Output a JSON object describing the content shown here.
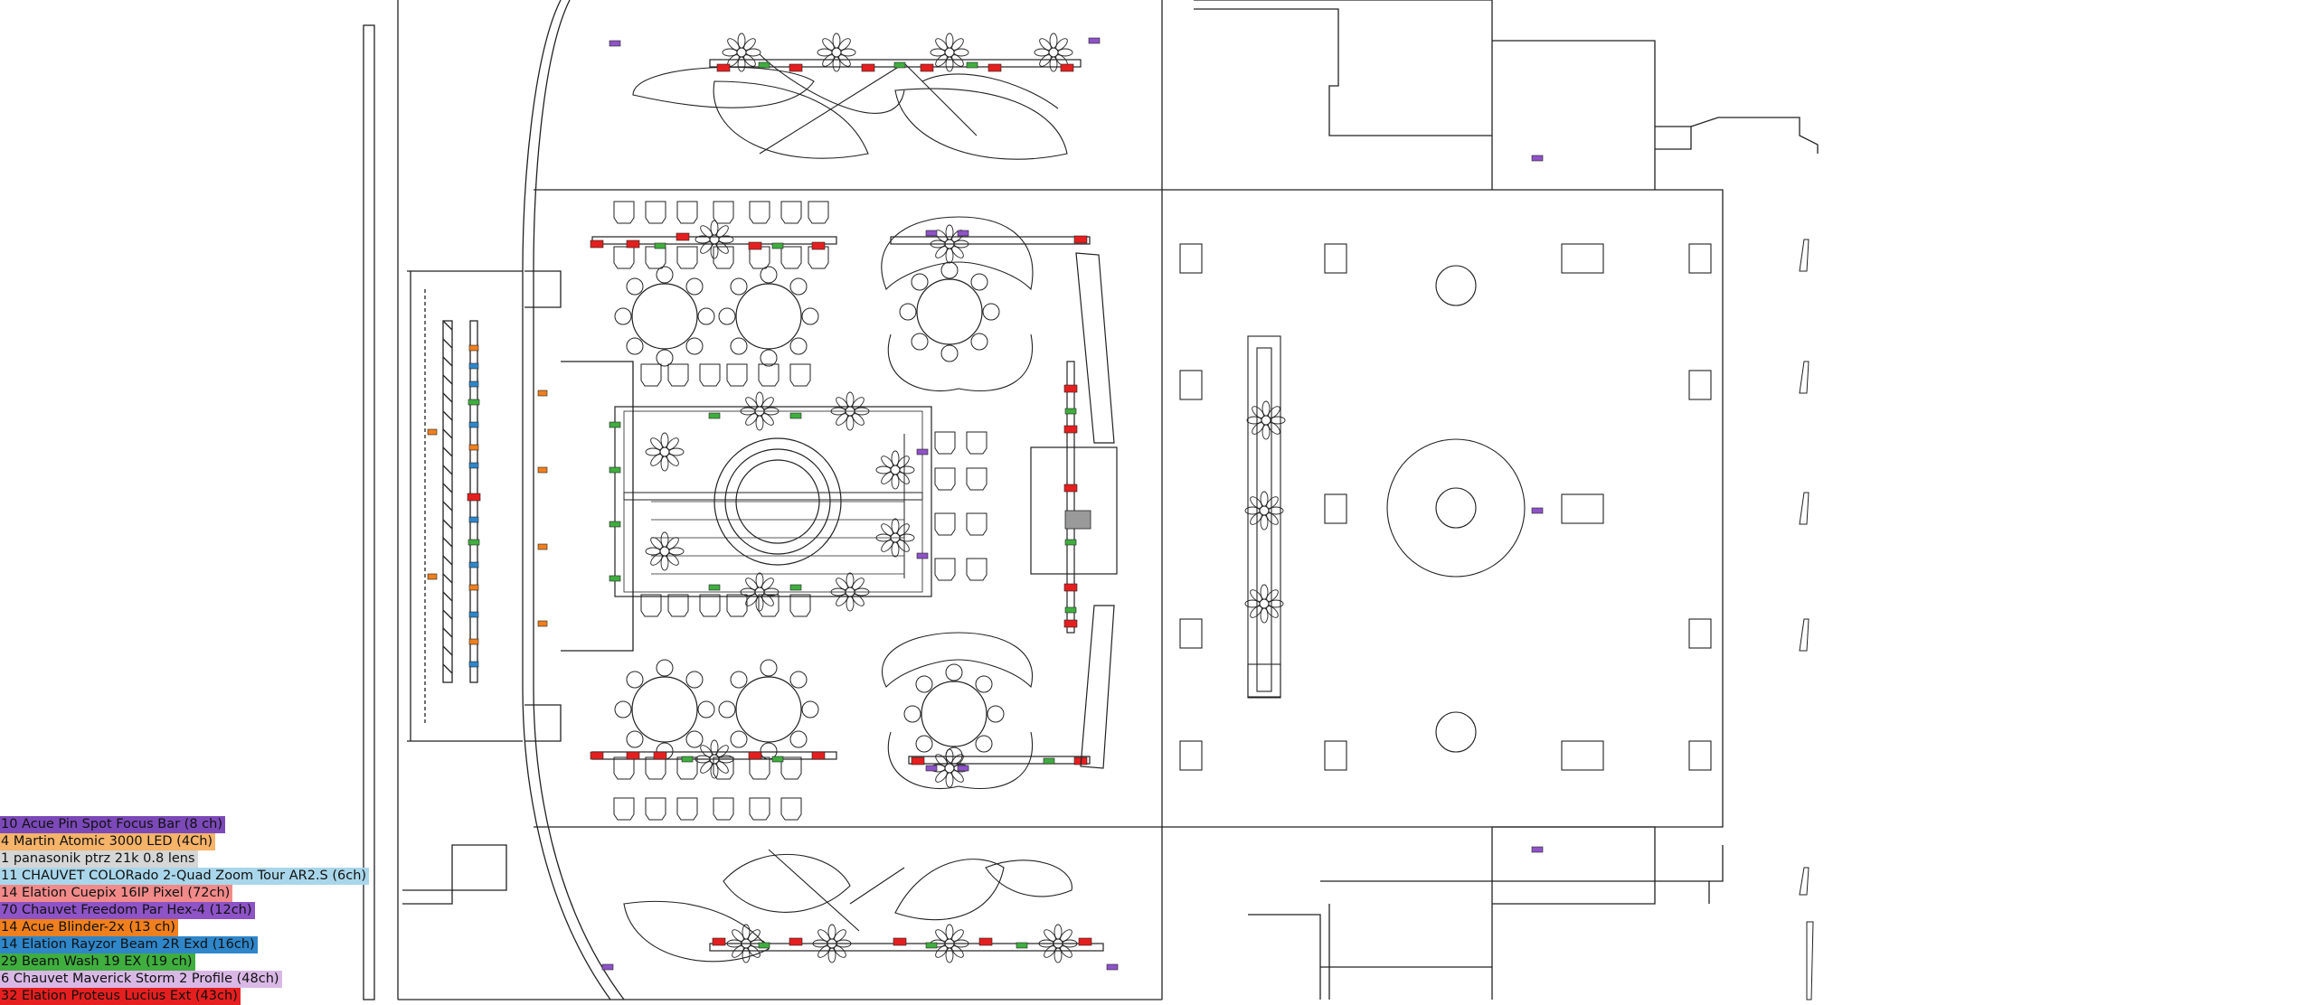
{
  "legend": {
    "items": [
      {
        "label": "10 Acue Pin Spot Focus Bar (8 ch)",
        "color": "#7b49b8"
      },
      {
        "label": "4 Martin Atomic 3000 LED (4Ch)",
        "color": "#f6b36a"
      },
      {
        "label": "1 panasonik ptrz 21k 0.8 lens",
        "color": "#d6d6d6"
      },
      {
        "label": "11 CHAUVET COLORado 2-Quad Zoom Tour AR2.S (6ch)",
        "color": "#a9d6ea"
      },
      {
        "label": "14 Elation Cuepix 16IP Pixel (72ch)",
        "color": "#f28a8a"
      },
      {
        "label": "70 Chauvet Freedom Par Hex-4 (12ch)",
        "color": "#8e53c7"
      },
      {
        "label": "14 Acue Blinder-2x (13 ch)",
        "color": "#f07f1e"
      },
      {
        "label": "14 Elation Rayzor Beam 2R Exd (16ch)",
        "color": "#2f86c9"
      },
      {
        "label": "29 Beam Wash 19 EX (19 ch)",
        "color": "#3fae3f"
      },
      {
        "label": "6 Chauvet Maverick Storm 2 Profile (48ch)",
        "color": "#d9b8e6"
      },
      {
        "label": "32 Elation Proteus Lucius Ext (43ch)",
        "color": "#e51f1f"
      }
    ]
  }
}
